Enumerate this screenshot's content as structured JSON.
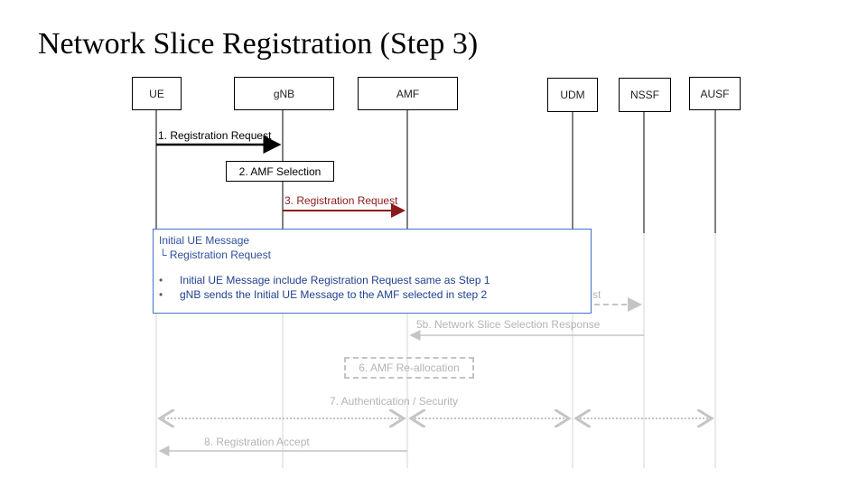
{
  "title": "Network Slice Registration (Step 3)",
  "entities": {
    "ue": "UE",
    "gnb": "gNB",
    "amf": "AMF",
    "udm": "UDM",
    "nssf": "NSSF",
    "ausf": "AUSF"
  },
  "steps": {
    "s1": "1. Registration Request",
    "s2": "2. AMF Selection",
    "s3": "3. Registration Request",
    "s5a_fragment": "st",
    "s5b": "5b. Network Slice Selection Response",
    "s6": "6. AMF Re-allocation",
    "s7": "7. Authentication / Security",
    "s8": "8. Registration Accept"
  },
  "callout": {
    "heading": "Initial UE Message",
    "subheading": "└ Registration Request",
    "bullets": [
      "Initial UE Message include Registration Request same as Step 1",
      "gNB sends the Initial UE Message to the AMF selected in step 2"
    ]
  },
  "colors": {
    "highlight_arrow": "#8b1a1a",
    "callout_border": "#4472c4",
    "callout_text": "#2f4f9e",
    "faded": "#b4b4b4"
  }
}
